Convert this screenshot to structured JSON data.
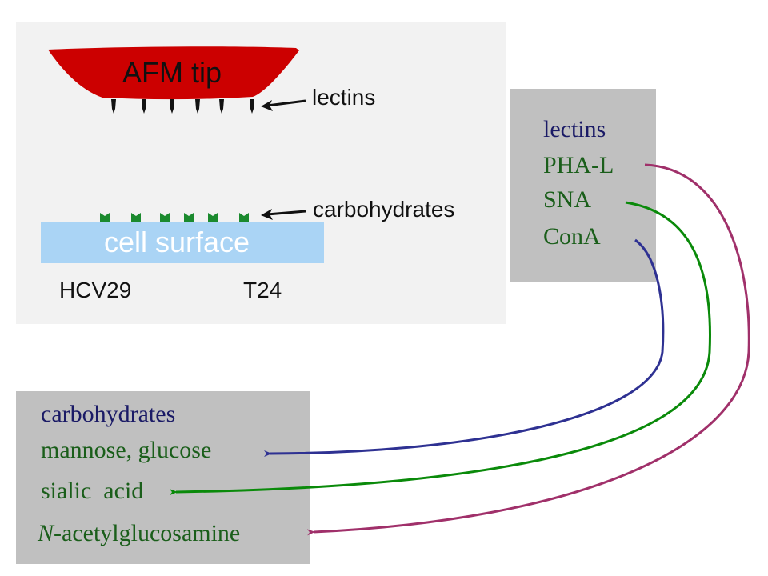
{
  "schematic": {
    "tip_label": "AFM tip",
    "lectins_label": "lectins",
    "carbohydrates_label": "carbohydrates",
    "surface_label": "cell surface",
    "cell_line_1": "HCV29",
    "cell_line_2": "T24"
  },
  "lectins_box": {
    "heading": "lectins",
    "items": [
      "PHA-L",
      "SNA",
      "ConA"
    ]
  },
  "carb_box": {
    "heading": "carbohydrates",
    "items": [
      "mannose, glucose",
      "sialic  acid",
      "-acetylglucosamine"
    ],
    "italic_prefix": "N"
  },
  "colors": {
    "tip": "#cc0000",
    "surface": "#aad4f5",
    "carb_marker": "#1b8a2e",
    "arrow_conA": "#2e3192",
    "arrow_sna": "#0a8a0a",
    "arrow_phal": "#a0306a"
  }
}
